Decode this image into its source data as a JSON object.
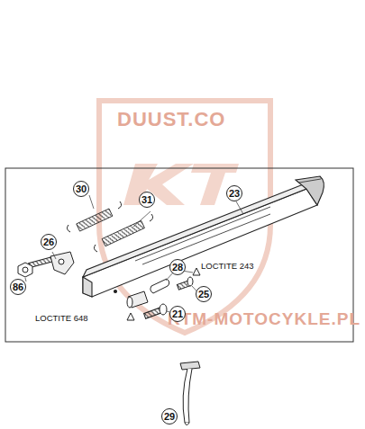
{
  "diagram": {
    "labels": [
      "DUUST.CO",
      "30",
      "31",
      "23",
      "26",
      "28",
      "LOCTITE 243",
      "86",
      "25",
      "LOCTITE 648",
      "21",
      "KTM-MOTOCYKLE.PL",
      "29"
    ]
  }
}
